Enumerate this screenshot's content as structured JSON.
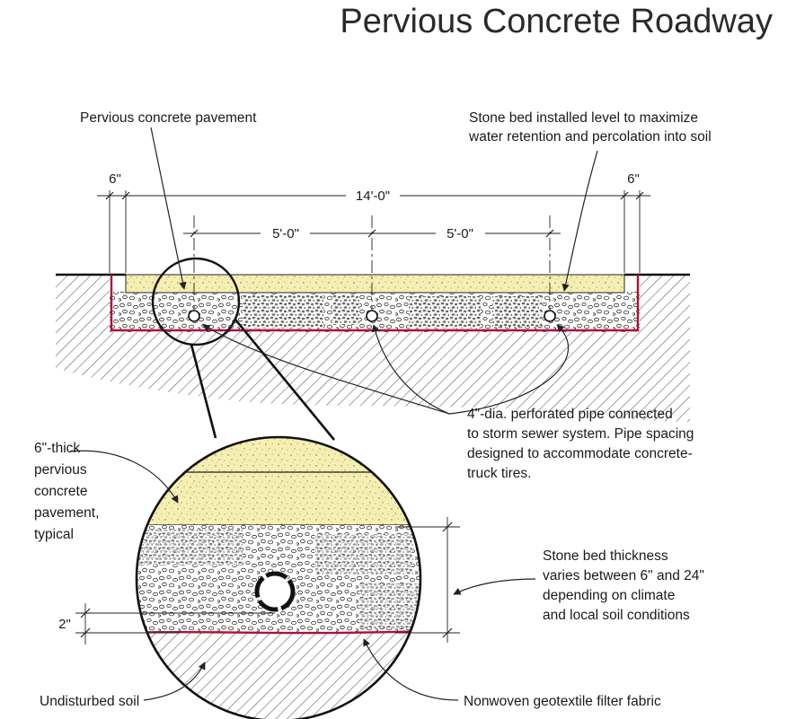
{
  "title": "Pervious Concrete Roadway",
  "labels": {
    "pavement_top": "Pervious concrete pavement",
    "stone_bed_level": [
      "Stone bed installed level to maximize",
      "water retention and percolation into soil"
    ],
    "pipe": [
      "4\"-dia. perforated pipe connected",
      "to storm sewer system. Pipe spacing",
      "designed to accommodate concrete-",
      "truck tires."
    ],
    "pavement_detail": [
      "6\"-thick",
      "pervious",
      "concrete",
      "pavement,",
      "typical"
    ],
    "stone_thickness": [
      "Stone bed thickness",
      "varies between 6\" and 24\"",
      "depending on climate",
      "and local soil conditions"
    ],
    "soil": "Undisturbed soil",
    "fabric": "Nonwoven geotextile filter fabric"
  },
  "dimensions": {
    "left_edge": "6\"",
    "right_edge": "6\"",
    "overall_width": "14'-0\"",
    "pipe_spacing_left": "5'-0\"",
    "pipe_spacing_right": "5'-0\"",
    "pipe_clearance": "2\""
  },
  "colors": {
    "concrete": "#f6efb2",
    "fabric": "#b0103a",
    "ink": "#222222"
  }
}
